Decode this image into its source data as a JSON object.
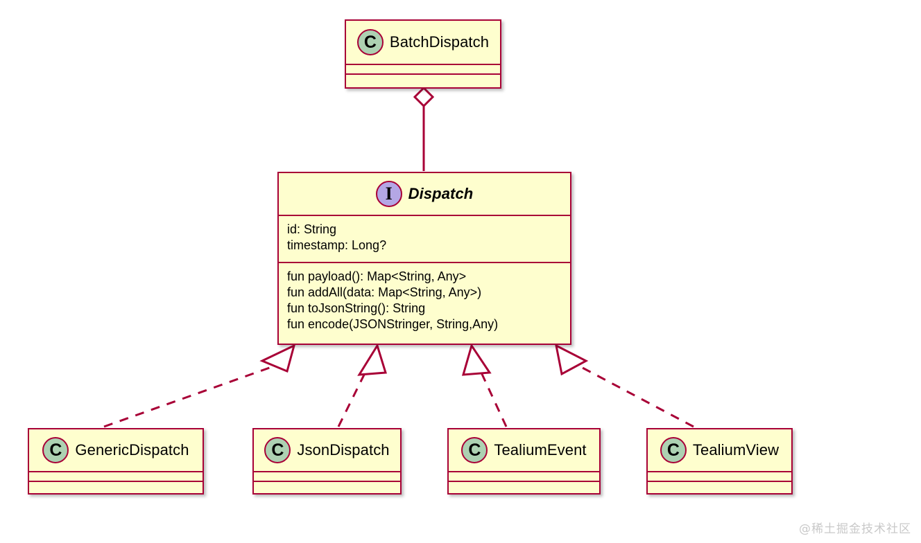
{
  "diagram": {
    "type": "uml-class-diagram",
    "background": "#ffffff",
    "colors": {
      "node_fill": "#FEFECE",
      "node_border": "#A80036",
      "class_icon_fill": "#ADD1B2",
      "interface_icon_fill": "#B4A7E5",
      "line": "#A80036",
      "text": "#000000",
      "watermark": "#c9c9c9"
    },
    "nodes": [
      {
        "id": "batch-dispatch",
        "name": "BatchDispatch",
        "stereotype": "C",
        "stereotype_name": "class",
        "italic": false,
        "attributes": [],
        "methods": []
      },
      {
        "id": "dispatch",
        "name": "Dispatch",
        "stereotype": "I",
        "stereotype_name": "interface",
        "italic": true,
        "attributes": [
          "id: String",
          "timestamp: Long?"
        ],
        "methods": [
          "fun payload(): Map<String, Any>",
          "fun addAll(data: Map<String, Any>)",
          "fun toJsonString(): String",
          "fun encode(JSONStringer, String,Any)"
        ]
      },
      {
        "id": "generic-dispatch",
        "name": "GenericDispatch",
        "stereotype": "C",
        "stereotype_name": "class",
        "italic": false,
        "attributes": [],
        "methods": []
      },
      {
        "id": "json-dispatch",
        "name": "JsonDispatch",
        "stereotype": "C",
        "stereotype_name": "class",
        "italic": false,
        "attributes": [],
        "methods": []
      },
      {
        "id": "tealium-event",
        "name": "TealiumEvent",
        "stereotype": "C",
        "stereotype_name": "class",
        "italic": false,
        "attributes": [],
        "methods": []
      },
      {
        "id": "tealium-view",
        "name": "TealiumView",
        "stereotype": "C",
        "stereotype_name": "class",
        "italic": false,
        "attributes": [],
        "methods": []
      }
    ],
    "relationships": [
      {
        "id": "batch-aggregates-dispatch",
        "from": "batch-dispatch",
        "to": "dispatch",
        "kind": "aggregation",
        "line": "solid",
        "marker": "hollow-diamond"
      },
      {
        "id": "generic-realizes-dispatch",
        "from": "generic-dispatch",
        "to": "dispatch",
        "kind": "realization",
        "line": "dashed",
        "marker": "hollow-triangle"
      },
      {
        "id": "json-realizes-dispatch",
        "from": "json-dispatch",
        "to": "dispatch",
        "kind": "realization",
        "line": "dashed",
        "marker": "hollow-triangle"
      },
      {
        "id": "event-realizes-dispatch",
        "from": "tealium-event",
        "to": "dispatch",
        "kind": "realization",
        "line": "dashed",
        "marker": "hollow-triangle"
      },
      {
        "id": "view-realizes-dispatch",
        "from": "tealium-view",
        "to": "dispatch",
        "kind": "realization",
        "line": "dashed",
        "marker": "hollow-triangle"
      }
    ],
    "watermark": "@稀土掘金技术社区"
  }
}
